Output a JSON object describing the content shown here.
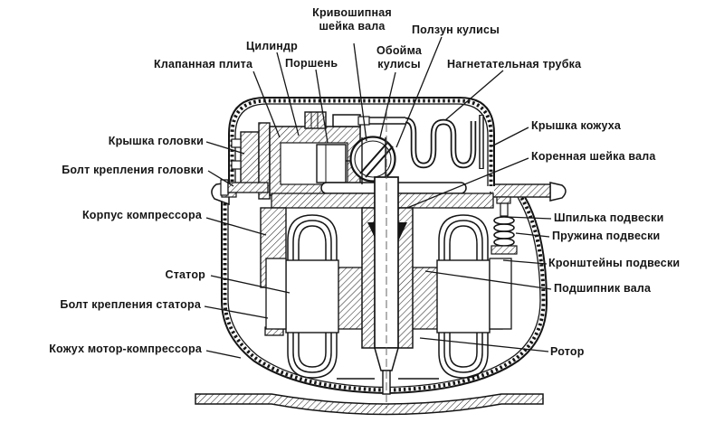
{
  "labels": {
    "valve_plate": "Клапанная плита",
    "cylinder": "Цилиндр",
    "piston": "Поршень",
    "crank_neck": "Кривошипная\nшейка вала",
    "slider_holder": "Обойма\nкулисы",
    "slider": "Ползун кулисы",
    "discharge_tube": "Нагнетательная трубка",
    "head_cover": "Крышка головки",
    "head_bolt": "Болт крепления головки",
    "compressor_body": "Корпус компрессора",
    "stator": "Статор",
    "stator_bolt": "Болт крепления статора",
    "motor_housing": "Кожух мотор-компрессора",
    "housing_cover": "Крышка кожуха",
    "main_neck": "Коренная шейка вала",
    "suspension_stud": "Шпилька подвески",
    "suspension_spring": "Пружина подвески",
    "suspension_brackets": "Кронштейны подвески",
    "shaft_bearing": "Подшипник вала",
    "rotor": "Ротор"
  },
  "colors": {
    "ink": "#151515",
    "paper": "#ffffff"
  }
}
